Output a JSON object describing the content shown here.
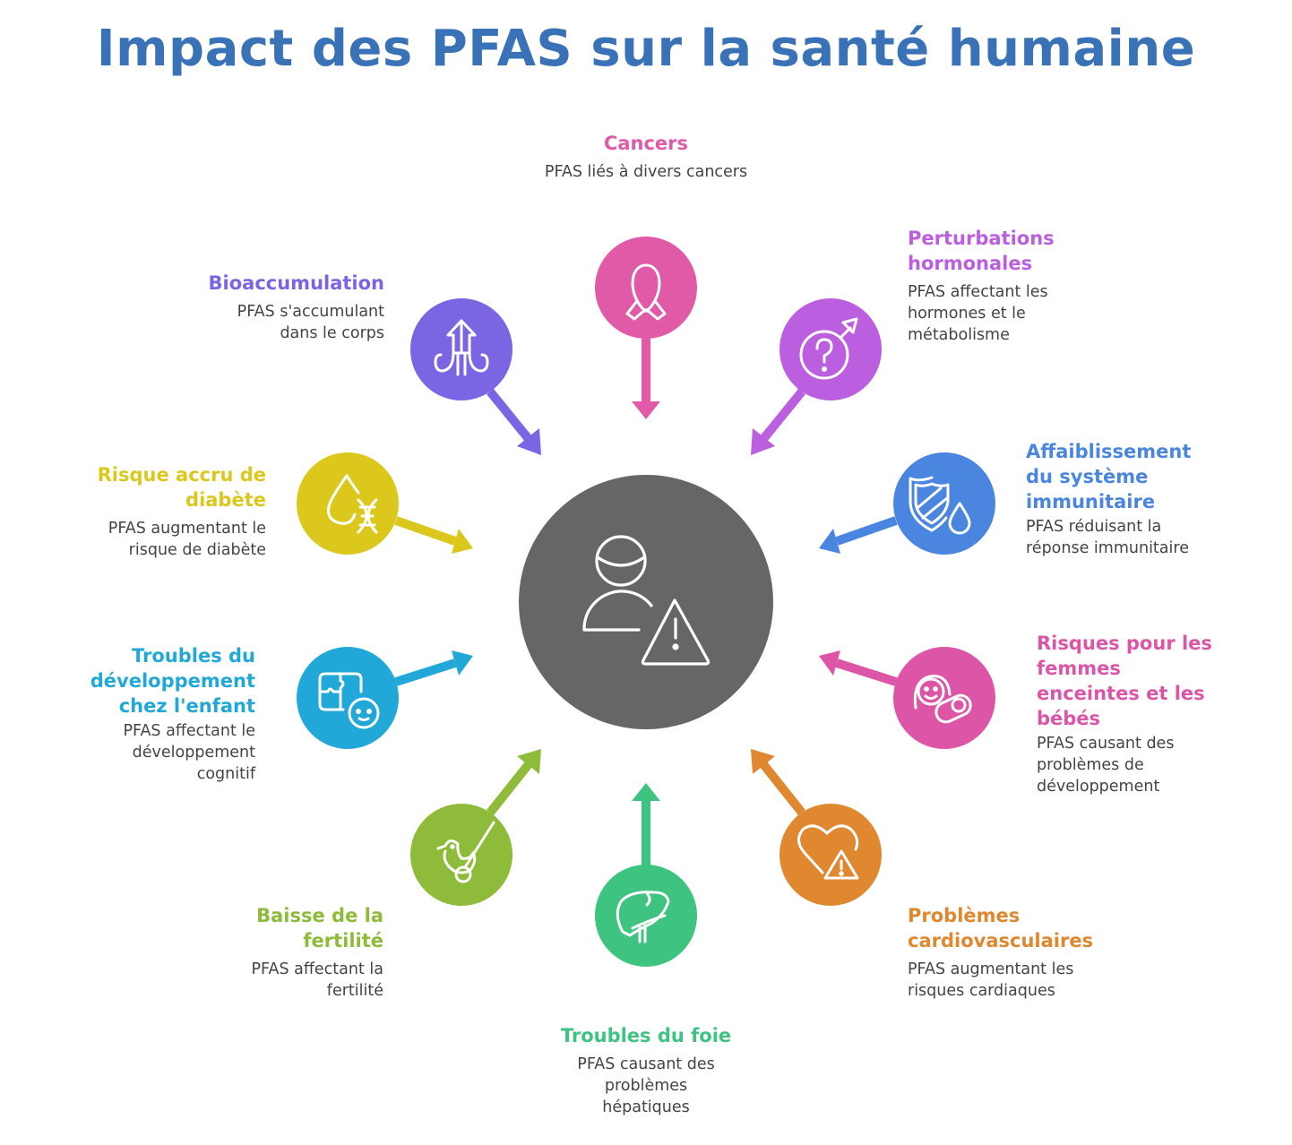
{
  "title": "Impact des PFAS sur la santé humaine",
  "center": {
    "icon": "person-warning-icon",
    "color": "#666666"
  },
  "items": [
    {
      "id": "cancers",
      "title": "Cancers",
      "description": "PFAS liés à divers cancers",
      "icon": "ribbon-icon",
      "color": "#e05aa8"
    },
    {
      "id": "hormonal",
      "title": "Perturbations hormonales",
      "description": "PFAS affectant les hormones et le métabolisme",
      "icon": "hormone-question-icon",
      "color": "#bb5ee0"
    },
    {
      "id": "immune",
      "title": "Affaiblissement du système immunitaire",
      "description": "PFAS réduisant la réponse immunitaire",
      "icon": "shield-drop-icon",
      "color": "#4a86e0"
    },
    {
      "id": "pregnancy",
      "title": "Risques pour les femmes enceintes et les bébés",
      "description": "PFAS causant des problèmes de développement",
      "icon": "mother-baby-icon",
      "color": "#dd55a6"
    },
    {
      "id": "cardio",
      "title": "Problèmes cardiovasculaires",
      "description": "PFAS augmentant les risques cardiaques",
      "icon": "heart-warning-icon",
      "color": "#e08830"
    },
    {
      "id": "liver",
      "title": "Troubles du foie",
      "description": "PFAS causant des problèmes hépatiques",
      "icon": "liver-icon",
      "color": "#3fc380"
    },
    {
      "id": "fertility",
      "title": "Baisse de la fertilité",
      "description": "PFAS affectant la fertilité",
      "icon": "bird-toy-icon",
      "color": "#8ebc3a"
    },
    {
      "id": "child",
      "title": "Troubles du développement chez l'enfant",
      "description": "PFAS affectant le développement cognitif",
      "icon": "puzzle-baby-icon",
      "color": "#22a8d8"
    },
    {
      "id": "diabetes",
      "title": "Risque accru de diabète",
      "description": "PFAS augmentant le risque de diabète",
      "icon": "drop-dna-icon",
      "color": "#dcc81c"
    },
    {
      "id": "bioaccumulation",
      "title": "Bioaccumulation",
      "description": "PFAS s'accumulant dans le corps",
      "icon": "squid-arrow-icon",
      "color": "#7b65e3"
    }
  ]
}
